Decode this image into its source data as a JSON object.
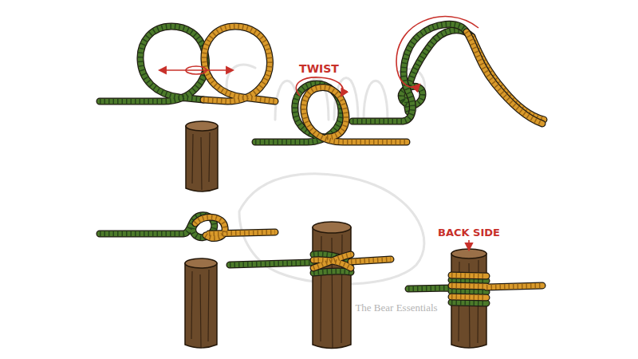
{
  "diagram": {
    "labels": [
      "TWIST",
      "BACK SIDE",
      "The Bear Essentials"
    ]
  }
}
